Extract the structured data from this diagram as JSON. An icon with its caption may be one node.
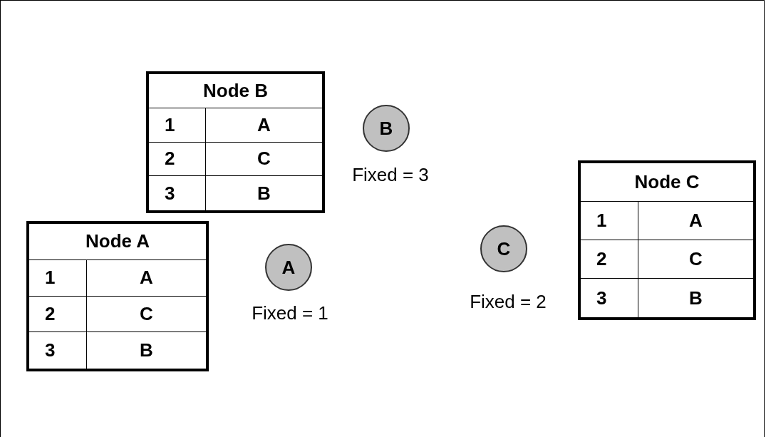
{
  "diagram": {
    "nodes": [
      {
        "text": [
          "Node B",
          "1",
          "A",
          "2",
          "C",
          "3",
          "B"
        ]
      },
      {
        "text": [
          "B"
        ],
        "beside": [
          "Fixed = 3"
        ]
      },
      {
        "text": [
          "Node C",
          "1",
          "A",
          "2",
          "C",
          "3",
          "B"
        ]
      },
      {
        "text": [
          "Node A",
          "1",
          "A",
          "2",
          "C",
          "3",
          "B"
        ]
      },
      {
        "text": [
          "C"
        ],
        "beside": [
          "Fixed = 2"
        ]
      },
      {
        "text": [
          "A"
        ],
        "beside": [
          "Fixed = 1"
        ]
      }
    ]
  }
}
